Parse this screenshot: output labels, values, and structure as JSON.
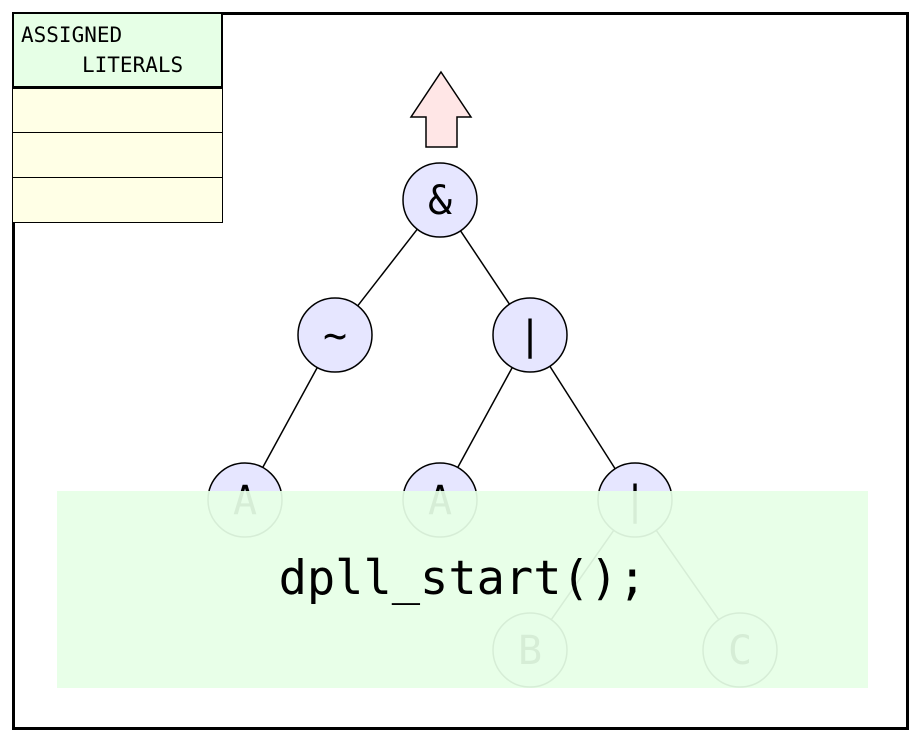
{
  "literals_panel": {
    "title_line1": "ASSIGNED",
    "title_line2": "LITERALS",
    "slots": [
      "",
      "",
      ""
    ]
  },
  "tree": {
    "nodes": [
      {
        "id": "root",
        "label": "&"
      },
      {
        "id": "not",
        "label": "~"
      },
      {
        "id": "or1",
        "label": "|"
      },
      {
        "id": "a1",
        "label": "A"
      },
      {
        "id": "a2",
        "label": "A"
      },
      {
        "id": "or2",
        "label": "|"
      },
      {
        "id": "b",
        "label": "B"
      },
      {
        "id": "c",
        "label": "C"
      }
    ],
    "edges": [
      [
        "root",
        "not"
      ],
      [
        "root",
        "or1"
      ],
      [
        "not",
        "a1"
      ],
      [
        "or1",
        "a2"
      ],
      [
        "or1",
        "or2"
      ],
      [
        "or2",
        "b"
      ],
      [
        "or2",
        "c"
      ]
    ],
    "node_fill": "#e6e6ff",
    "arrow_fill": "#ffe6e6"
  },
  "overlay": {
    "code": "dpll_start();",
    "fill": "#e6ffe6"
  }
}
